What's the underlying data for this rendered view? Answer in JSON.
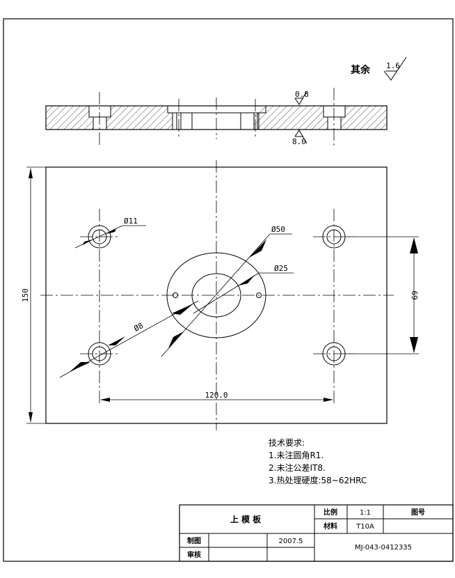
{
  "roughness_note": {
    "label": "其余",
    "value": "1.6"
  },
  "section_view": {
    "roughness_top": "0.8",
    "roughness_bottom": "8.0"
  },
  "dimensions": {
    "hole_small": "Ø11",
    "bore_outer": "Ø50",
    "bore_inner": "Ø25",
    "pin_hole": "Ø8",
    "height": "150",
    "hole_pitch_vertical": "69",
    "hole_pitch_horizontal": "120.0"
  },
  "requirements": {
    "heading": "技术要求:",
    "items": [
      "1.未注圆角R1.",
      "2.未注公差IT8.",
      "3.热处理硬度:58~62HRC"
    ]
  },
  "title_block": {
    "part_name": "上 模 板",
    "scale_label": "比例",
    "scale_value": "1:1",
    "drawing_no_label": "图号",
    "material_label": "材料",
    "material_value": "T10A",
    "drawn_label": "制图",
    "date": "2007.5",
    "checked_label": "审核",
    "drawing_number": "MJ-043-0412335"
  }
}
